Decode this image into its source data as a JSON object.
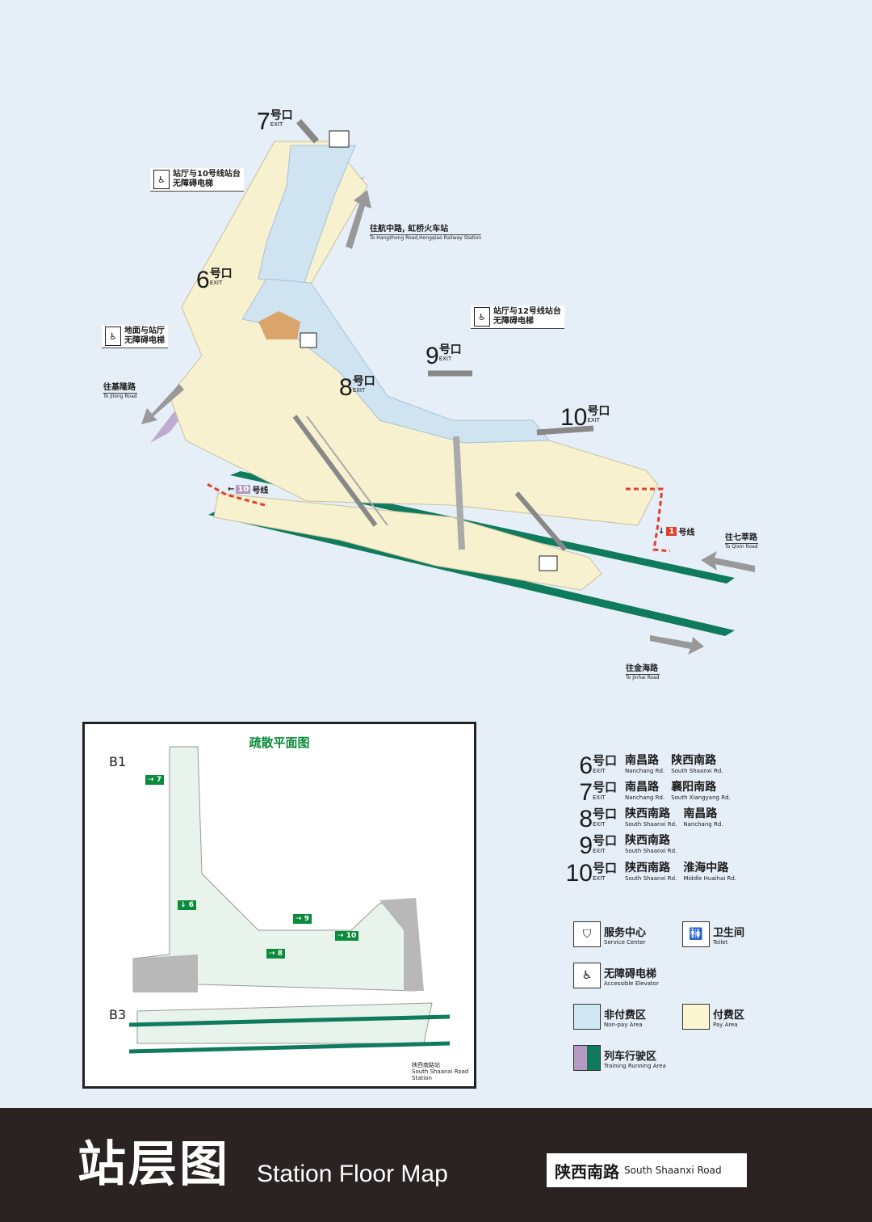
{
  "map": {
    "exits": [
      {
        "num": "7",
        "hao": "号口",
        "exit": "EXIT"
      },
      {
        "num": "6",
        "hao": "号口",
        "exit": "EXIT"
      },
      {
        "num": "9",
        "hao": "号口",
        "exit": "EXIT"
      },
      {
        "num": "8",
        "hao": "号口",
        "exit": "EXIT"
      },
      {
        "num": "10",
        "hao": "号口",
        "exit": "EXIT"
      }
    ],
    "callouts": [
      {
        "line1": "站厅与10号线站台",
        "line2": "无障碍电梯"
      },
      {
        "line1": "站厅与12号线站台",
        "line2": "无障碍电梯"
      },
      {
        "line1": "地面与站厅",
        "line2": "无障碍电梯"
      }
    ],
    "directions": [
      {
        "cn": "往航中路, 虹桥火车站",
        "en": "To Hangzhong Road,Hongqiao Railway Station"
      },
      {
        "cn": "往基隆路",
        "en": "To Jilong Road"
      },
      {
        "cn": "往七莘路",
        "en": "To Qixin Road"
      },
      {
        "cn": "往金海路",
        "en": "To Jinhai Road"
      }
    ],
    "line_tags": [
      {
        "num": "10",
        "text": "号线"
      },
      {
        "num": "1",
        "text": "号线"
      }
    ]
  },
  "evac": {
    "title": "疏散平面图",
    "levels": [
      "B1",
      "B3"
    ],
    "station_label": "陕西南路站",
    "station_label_en": "South Shaanxi Road Station",
    "exit_marks": [
      "7",
      "6",
      "9",
      "10",
      "8"
    ]
  },
  "legend": {
    "exits": [
      {
        "num": "6",
        "hao": "号口",
        "exit": "EXIT",
        "roads": [
          {
            "cn": "南昌路",
            "en": "Nanchang Rd."
          },
          {
            "cn": "陕西南路",
            "en": "South Shaanxi Rd."
          }
        ]
      },
      {
        "num": "7",
        "hao": "号口",
        "exit": "EXIT",
        "roads": [
          {
            "cn": "南昌路",
            "en": "Nanchang Rd."
          },
          {
            "cn": "襄阳南路",
            "en": "South Xiangyang Rd."
          }
        ]
      },
      {
        "num": "8",
        "hao": "号口",
        "exit": "EXIT",
        "roads": [
          {
            "cn": "陕西南路",
            "en": "South Shaanxi Rd."
          },
          {
            "cn": "南昌路",
            "en": "Nanchang Rd."
          }
        ]
      },
      {
        "num": "9",
        "hao": "号口",
        "exit": "EXIT",
        "roads": [
          {
            "cn": "陕西南路",
            "en": "South Shaanxi Rd."
          }
        ]
      },
      {
        "num": "10",
        "hao": "号口",
        "exit": "EXIT",
        "roads": [
          {
            "cn": "陕西南路",
            "en": "South Shaanxi Rd."
          },
          {
            "cn": "淮海中路",
            "en": "Middle Huaihai Rd."
          }
        ]
      }
    ],
    "service_center": {
      "cn": "服务中心",
      "en": "Service Center"
    },
    "toilet": {
      "cn": "卫生间",
      "en": "Toilet"
    },
    "elevator": {
      "cn": "无障碍电梯",
      "en": "Accessible Elevator"
    },
    "nonpay": {
      "cn": "非付费区",
      "en": "Non-pay Area"
    },
    "pay": {
      "cn": "付费区",
      "en": "Pay Area"
    },
    "train": {
      "cn": "列车行驶区",
      "en": "Training Running Area"
    },
    "colors": {
      "nonpay": "#cfe6f3",
      "pay": "#fbf6d2",
      "train_purple": "#b59ac6",
      "train_green": "#0f7a5c"
    }
  },
  "footer": {
    "title_cn": "站层图",
    "title_en": "Station Floor Map",
    "station_cn": "陕西南路",
    "station_en": "South Shaanxi Road"
  }
}
